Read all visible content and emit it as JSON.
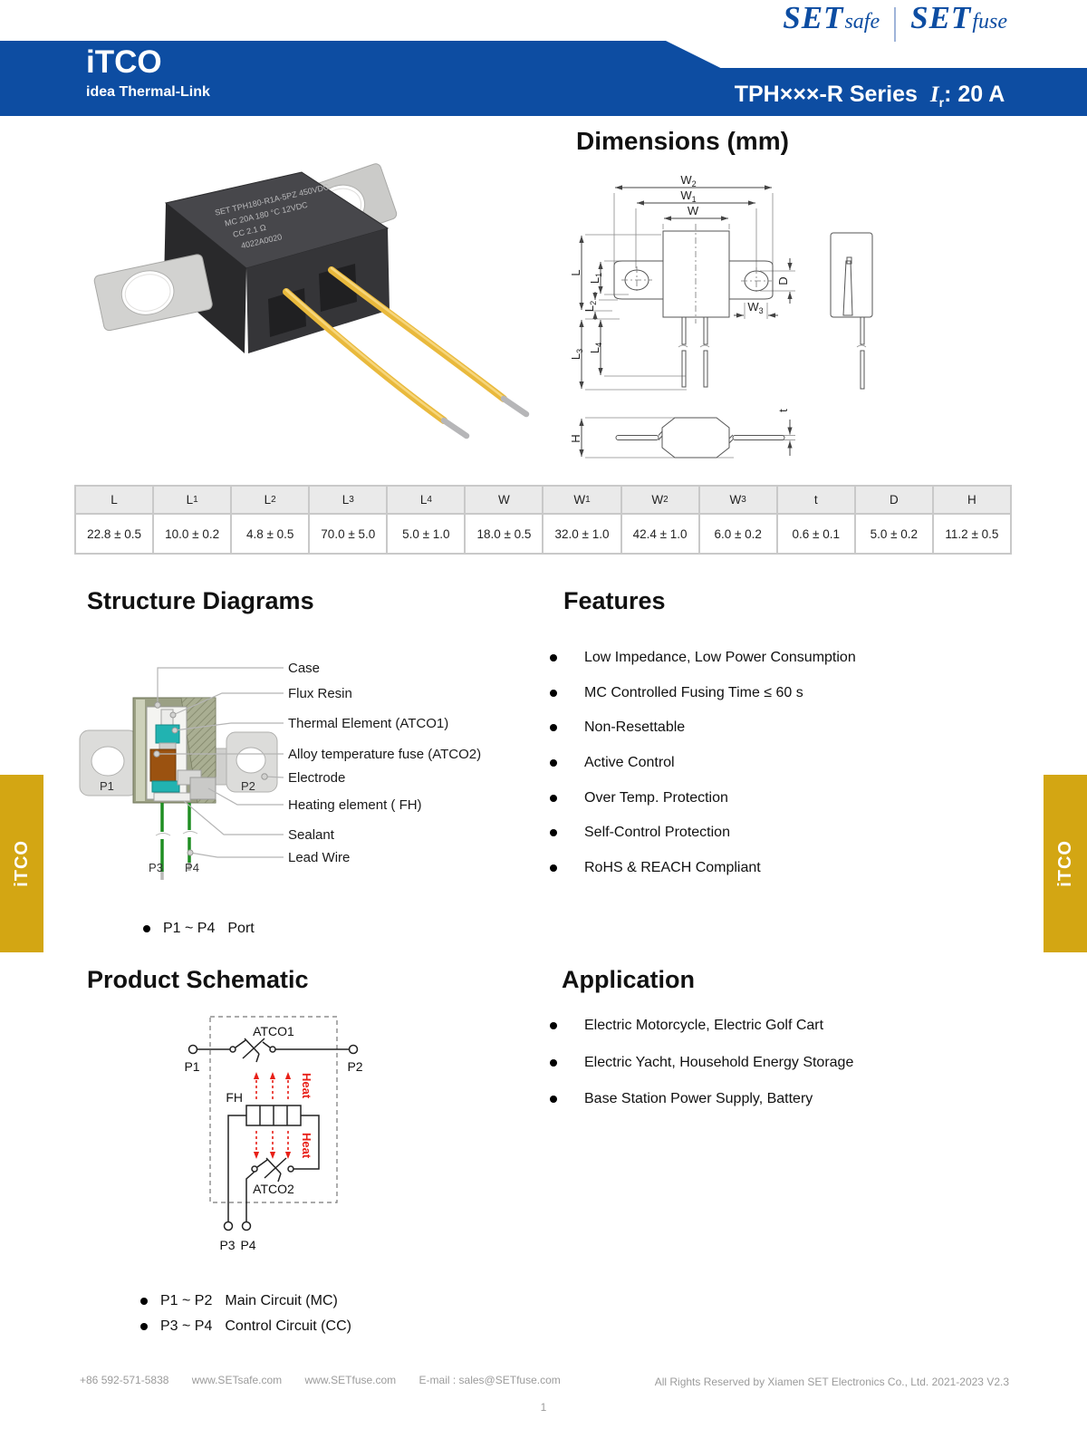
{
  "colors": {
    "blue": "#0d4da2",
    "yellow": "#d3a613",
    "red": "#e82018",
    "green": "#1f8e22",
    "teal": "#21b3b1",
    "brown": "#9b5210",
    "case_olive": "#9ba084"
  },
  "header": {
    "logo": {
      "set1": "SET",
      "suffix1": "safe",
      "set2": "SET",
      "suffix2": "fuse"
    },
    "product": "iTCO",
    "tagline": "idea Thermal-Link",
    "series": "TPH×××-R Series",
    "rating": {
      "label": "I",
      "sub": "r",
      "value": ": 20 A"
    }
  },
  "dimensions": {
    "title": "Dimensions (mm)",
    "photo_markings": [
      "SET TPH180-R1A-5PZ  450VDC",
      "MC 20A   180 °C   12VDC",
      "CC 2.1 Ω",
      "4022A0020"
    ],
    "labels": {
      "w": {
        "b": "W",
        "s": ""
      },
      "w1": {
        "b": "W",
        "s": "1"
      },
      "w2": {
        "b": "W",
        "s": "2"
      },
      "w3": {
        "b": "W",
        "s": "3"
      },
      "l": {
        "b": "L",
        "s": ""
      },
      "l1": {
        "b": "L",
        "s": "1"
      },
      "l2": {
        "b": "L",
        "s": "2"
      },
      "l3": {
        "b": "L",
        "s": "3"
      },
      "l4": {
        "b": "L",
        "s": "4"
      },
      "d": {
        "b": "D",
        "s": ""
      },
      "h": {
        "b": "H",
        "s": ""
      },
      "t": {
        "b": "t",
        "s": ""
      }
    }
  },
  "table": {
    "headers": [
      {
        "b": "L",
        "s": ""
      },
      {
        "b": "L",
        "s": "1"
      },
      {
        "b": "L",
        "s": "2"
      },
      {
        "b": "L",
        "s": "3"
      },
      {
        "b": "L",
        "s": "4"
      },
      {
        "b": "W",
        "s": ""
      },
      {
        "b": "W",
        "s": "1"
      },
      {
        "b": "W",
        "s": "2"
      },
      {
        "b": "W",
        "s": "3"
      },
      {
        "b": "t",
        "s": ""
      },
      {
        "b": "D",
        "s": ""
      },
      {
        "b": "H",
        "s": ""
      }
    ],
    "values": [
      "22.8 ± 0.5",
      "10.0 ± 0.2",
      "4.8 ± 0.5",
      "70.0 ± 5.0",
      "5.0 ± 1.0",
      "18.0 ± 0.5",
      "32.0 ± 1.0",
      "42.4 ± 1.0",
      "6.0 ± 0.2",
      "0.6 ± 0.1",
      "5.0 ± 0.2",
      "11.2 ± 0.5"
    ]
  },
  "structure": {
    "title": "Structure Diagrams",
    "labels": [
      "Case",
      "Flux Resin",
      "Thermal Element (ATCO1)",
      "Alloy temperature fuse (ATCO2)",
      "Electrode",
      "Heating element ( FH)",
      "Sealant",
      "Lead Wire"
    ],
    "ports": {
      "p1": "P1",
      "p2": "P2",
      "p3": "P3",
      "p4": "P4"
    },
    "bullet": {
      "range": "P1 ~ P4",
      "label": "Port"
    }
  },
  "features": {
    "title": "Features",
    "items": [
      "Low Impedance, Low Power Consumption",
      "MC Controlled Fusing Time ≤ 60 s",
      "Non-Resettable",
      "Active Control",
      "Over Temp. Protection",
      "Self-Control Protection",
      "RoHS & REACH Compliant"
    ]
  },
  "schematic": {
    "title": "Product Schematic",
    "atco1": "ATCO1",
    "atco2": "ATCO2",
    "fh": "FH",
    "heat": "Heat",
    "ports": {
      "p1": "P1",
      "p2": "P2",
      "p3": "P3",
      "p4": "P4"
    },
    "bullets": [
      {
        "range": "P1 ~ P2",
        "label": "Main Circuit (MC)"
      },
      {
        "range": "P3 ~ P4",
        "label": "Control Circuit (CC)"
      }
    ]
  },
  "application": {
    "title": "Application",
    "items": [
      "Electric Motorcycle, Electric Golf Cart",
      "Electric Yacht, Household Energy Storage",
      "Base Station Power Supply, Battery"
    ]
  },
  "side_tab": "iTCO",
  "footer": {
    "phone": "+86 592-571-5838",
    "site1": "www.SETsafe.com",
    "site2": "www.SETfuse.com",
    "email": "E-mail : sales@SETfuse.com",
    "rights": "All Rights Reserved by Xiamen SET Electronics Co., Ltd. 2021-2023 V2.3",
    "page": "1"
  }
}
